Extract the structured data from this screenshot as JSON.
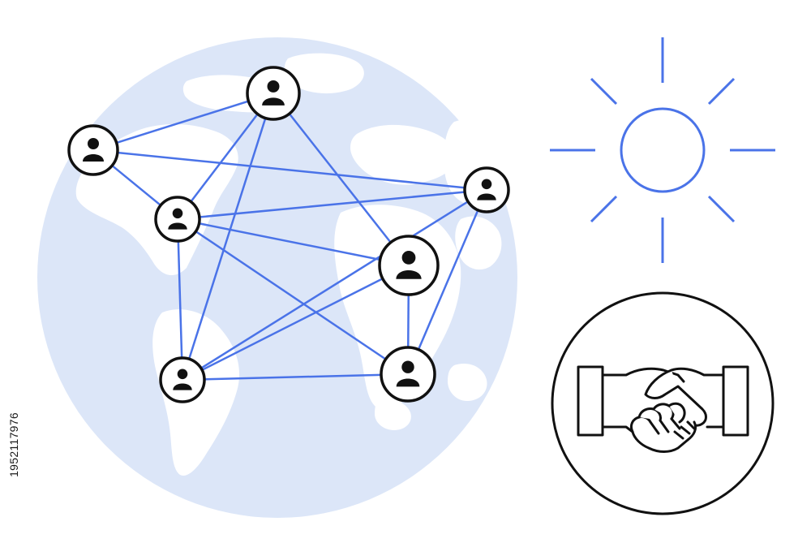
{
  "colors": {
    "globe": "#dce6f8",
    "land": "#ffffff",
    "link": "#4a73e8",
    "sun": "#4a73e8",
    "outline": "#111111",
    "node_fill": "#ffffff"
  },
  "illustration": {
    "globe": {
      "icon": "globe-icon"
    },
    "network": {
      "nodes": [
        {
          "id": "n1",
          "icon": "person-icon"
        },
        {
          "id": "n2",
          "icon": "person-icon"
        },
        {
          "id": "n3",
          "icon": "person-icon"
        },
        {
          "id": "n4",
          "icon": "person-icon"
        },
        {
          "id": "n5",
          "icon": "person-icon"
        },
        {
          "id": "n6",
          "icon": "person-icon"
        },
        {
          "id": "n7",
          "icon": "person-icon"
        },
        {
          "id": "n8",
          "icon": "person-icon"
        }
      ],
      "links": [
        [
          "n1",
          "n2"
        ],
        [
          "n1",
          "n3"
        ],
        [
          "n1",
          "n5"
        ],
        [
          "n2",
          "n3"
        ],
        [
          "n2",
          "n4"
        ],
        [
          "n2",
          "n6"
        ],
        [
          "n3",
          "n4"
        ],
        [
          "n3",
          "n5"
        ],
        [
          "n3",
          "n6"
        ],
        [
          "n3",
          "n7"
        ],
        [
          "n4",
          "n6"
        ],
        [
          "n4",
          "n7"
        ],
        [
          "n5",
          "n6"
        ],
        [
          "n5",
          "n7"
        ],
        [
          "n6",
          "n7"
        ]
      ]
    },
    "sun": {
      "icon": "sun-icon"
    },
    "handshake": {
      "icon": "handshake-icon"
    }
  },
  "watermark": {
    "text": "1952117976"
  }
}
